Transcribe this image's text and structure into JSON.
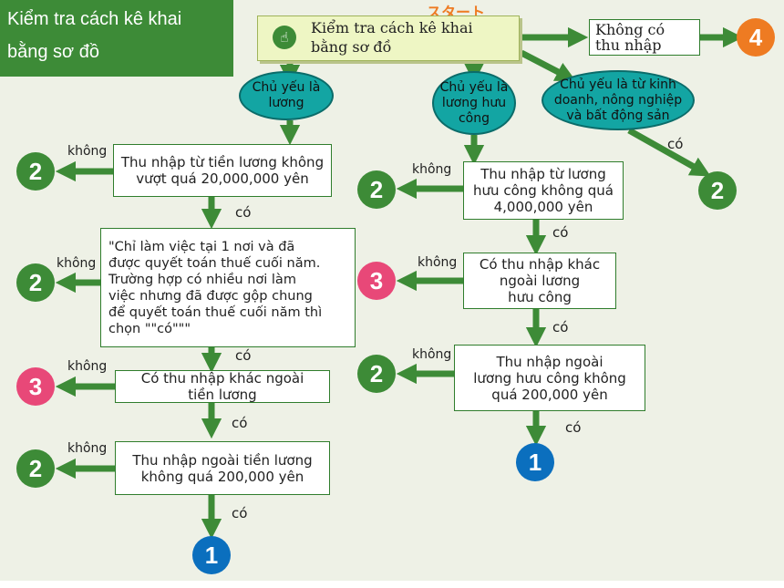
{
  "title": {
    "line1": "Kiểm tra cách kê khai",
    "line2": "bằng sơ đồ"
  },
  "start": {
    "badge": "スタート",
    "label": "Kiểm tra cách kê khai\nbằng sơ đồ",
    "icon": "hand-pointer-icon"
  },
  "no_income": {
    "label": "Không có\nthu nhập"
  },
  "branches": {
    "salary": "Chủ yếu là\nlương",
    "pension": "Chủ yếu là\nlương hưu\ncông",
    "business": "Chủ yếu là từ kinh\ndoanh, nông nghiệp\nvà bất động sản"
  },
  "salary_boxes": [
    "Thu nhập từ tiền lương không\nvượt quá 20,000,000 yên",
    "\"Chỉ làm việc tại 1 nơi và đã\nđược quyết toán thuế cuối năm.\nTrường hợp có nhiều nơi làm\nviệc nhưng đã được gộp chung\nđể quyết toán thuế cuối năm thì\nchọn \"\"có\"\"\"",
    "Có thu nhập khác ngoài\ntiền lương",
    "Thu nhập ngoài tiền lương\nkhông quá 200,000 yên"
  ],
  "pension_boxes": [
    "Thu nhập từ lương\nhưu công không quá\n4,000,000 yên",
    "Có thu nhập khác\nngoài lương\nhưu công",
    "Thu nhập ngoài\nlương hưu công không\nquá 200,000 yên"
  ],
  "labels": {
    "no": "không",
    "yes": "có"
  },
  "results": [
    "4",
    "2",
    "2",
    "2",
    "3",
    "2",
    "1",
    "2",
    "3",
    "2",
    "1"
  ],
  "colors": {
    "green": "#3d8b37",
    "teal": "#13a5a3",
    "orange": "#ee7b22",
    "pink": "#e84878",
    "blue": "#0b6fbe"
  }
}
